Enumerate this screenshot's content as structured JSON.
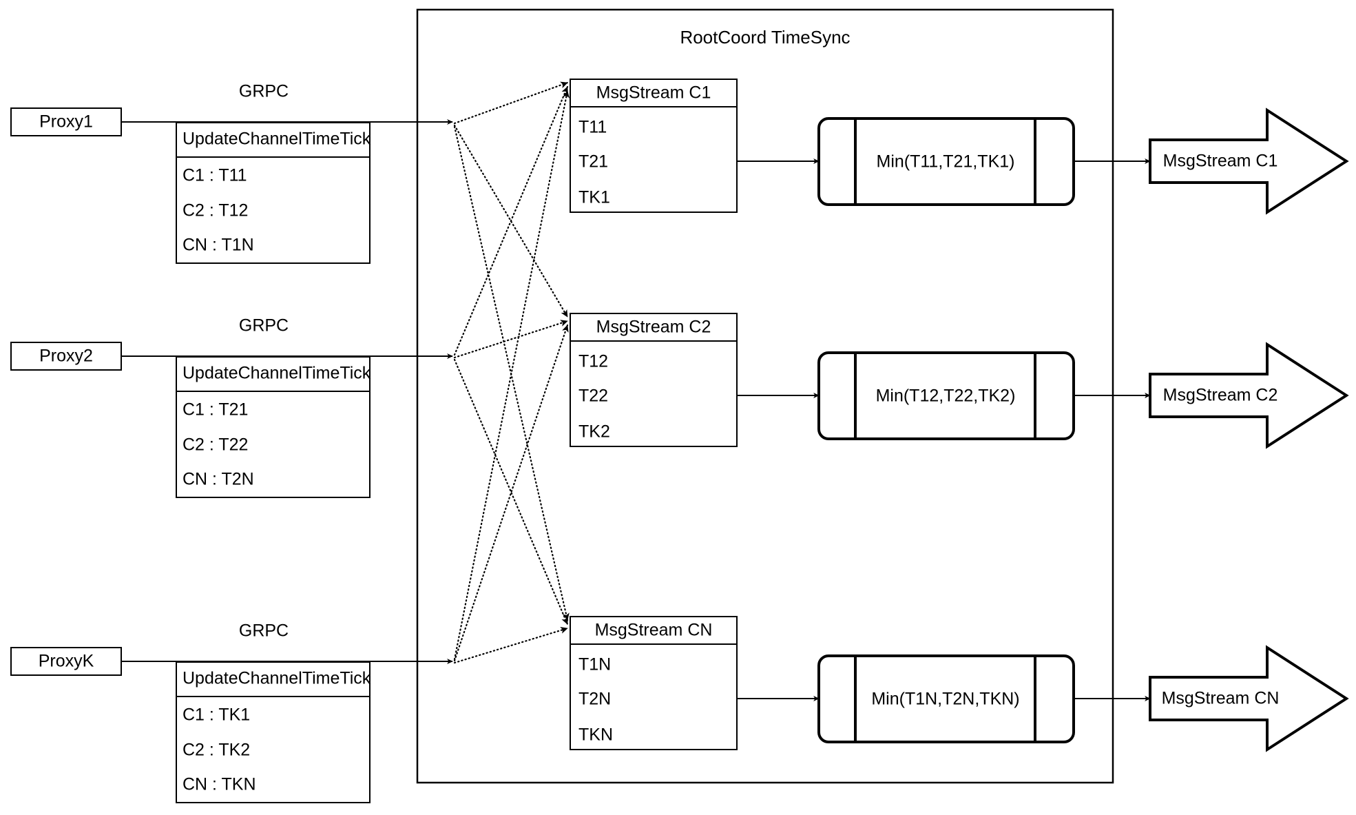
{
  "diagram": {
    "title": "RootCoord TimeSync",
    "container_label": "RootCoord TimeSync",
    "grpc_label_1": "GRPC",
    "grpc_label_2": "GRPC",
    "grpc_label_3": "GRPC"
  },
  "proxies": [
    {
      "name": "Proxy1",
      "rpc_title": "UpdateChannelTimeTick",
      "rows": [
        "C1 :  T11",
        "C2 :  T12",
        "CN : T1N"
      ],
      "grpc": "GRPC"
    },
    {
      "name": "Proxy2",
      "rpc_title": "UpdateChannelTimeTick",
      "rows": [
        "C1 :  T21",
        "C2 :  T22",
        "CN : T2N"
      ],
      "grpc": "GRPC"
    },
    {
      "name": "ProxyK",
      "rpc_title": "UpdateChannelTimeTick",
      "rows": [
        "C1 :  TK1",
        "C2 :  TK2",
        "CN : TKN"
      ],
      "grpc": "GRPC"
    }
  ],
  "msgstreams": [
    {
      "title": "MsgStream C1",
      "rows": [
        "T11",
        "T21",
        "TK1"
      ],
      "min_label": "Min(T11,T21,TK1)",
      "output_label": "MsgStream C1"
    },
    {
      "title": "MsgStream C2",
      "rows": [
        "T12",
        "T22",
        "TK2"
      ],
      "min_label": "Min(T12,T22,TK2)",
      "output_label": "MsgStream C2"
    },
    {
      "title": "MsgStream CN",
      "rows": [
        "T1N",
        "T2N",
        "TKN"
      ],
      "min_label": "Min(T1N,T2N,TKN)",
      "output_label": "MsgStream CN"
    }
  ],
  "colors": {
    "stroke": "#000000",
    "background": "#ffffff"
  }
}
